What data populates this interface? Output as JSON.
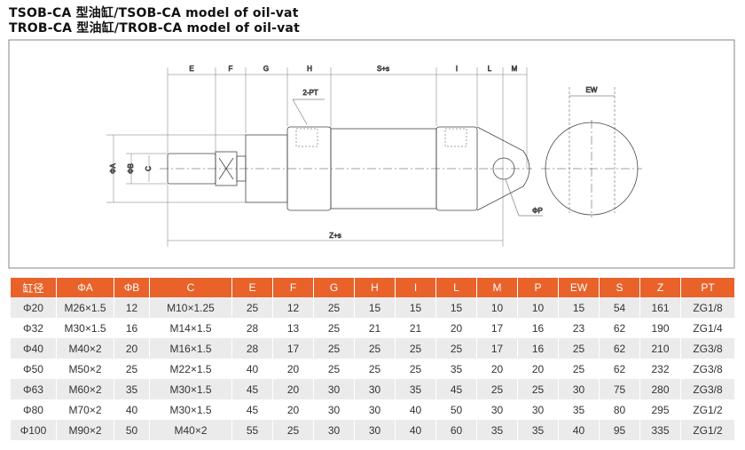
{
  "titles": [
    "TSOB-CA 型油缸/TSOB-CA model of oil-vat",
    "TROB-CA 型油缸/TROB-CA model of oil-vat"
  ],
  "drawing_labels": {
    "E": "E",
    "F": "F",
    "G": "G",
    "H": "H",
    "SS": "S+s",
    "I": "I",
    "L": "L",
    "M": "M",
    "PT": "2-PT",
    "A": "ΦA",
    "B": "ΦB",
    "C": "C",
    "ZS": "Z+s",
    "P": "ΦP",
    "EW": "EW"
  },
  "table": {
    "headers": [
      "缸径",
      "ΦA",
      "ΦB",
      "C",
      "E",
      "F",
      "G",
      "H",
      "I",
      "L",
      "M",
      "P",
      "EW",
      "S",
      "Z",
      "PT"
    ],
    "rows": [
      [
        "Φ20",
        "M26×1.5",
        "12",
        "M10×1.25",
        "25",
        "12",
        "25",
        "15",
        "15",
        "15",
        "10",
        "10",
        "15",
        "54",
        "161",
        "ZG1/8"
      ],
      [
        "Φ32",
        "M30×1.5",
        "16",
        "M14×1.5",
        "28",
        "13",
        "25",
        "21",
        "21",
        "20",
        "17",
        "16",
        "23",
        "62",
        "190",
        "ZG1/4"
      ],
      [
        "Φ40",
        "M40×2",
        "20",
        "M16×1.5",
        "28",
        "17",
        "25",
        "25",
        "25",
        "25",
        "17",
        "16",
        "25",
        "62",
        "210",
        "ZG3/8"
      ],
      [
        "Φ50",
        "M50×2",
        "25",
        "M22×1.5",
        "40",
        "20",
        "25",
        "25",
        "25",
        "35",
        "20",
        "20",
        "25",
        "62",
        "232",
        "ZG3/8"
      ],
      [
        "Φ63",
        "M60×2",
        "35",
        "M30×1.5",
        "45",
        "20",
        "30",
        "30",
        "35",
        "45",
        "25",
        "25",
        "30",
        "75",
        "280",
        "ZG3/8"
      ],
      [
        "Φ80",
        "M70×2",
        "40",
        "M30×1.5",
        "45",
        "20",
        "30",
        "30",
        "40",
        "50",
        "30",
        "30",
        "35",
        "80",
        "295",
        "ZG1/2"
      ],
      [
        "Φ100",
        "M90×2",
        "50",
        "M40×2",
        "55",
        "25",
        "30",
        "30",
        "40",
        "60",
        "35",
        "35",
        "40",
        "95",
        "335",
        "ZG1/2"
      ]
    ]
  }
}
